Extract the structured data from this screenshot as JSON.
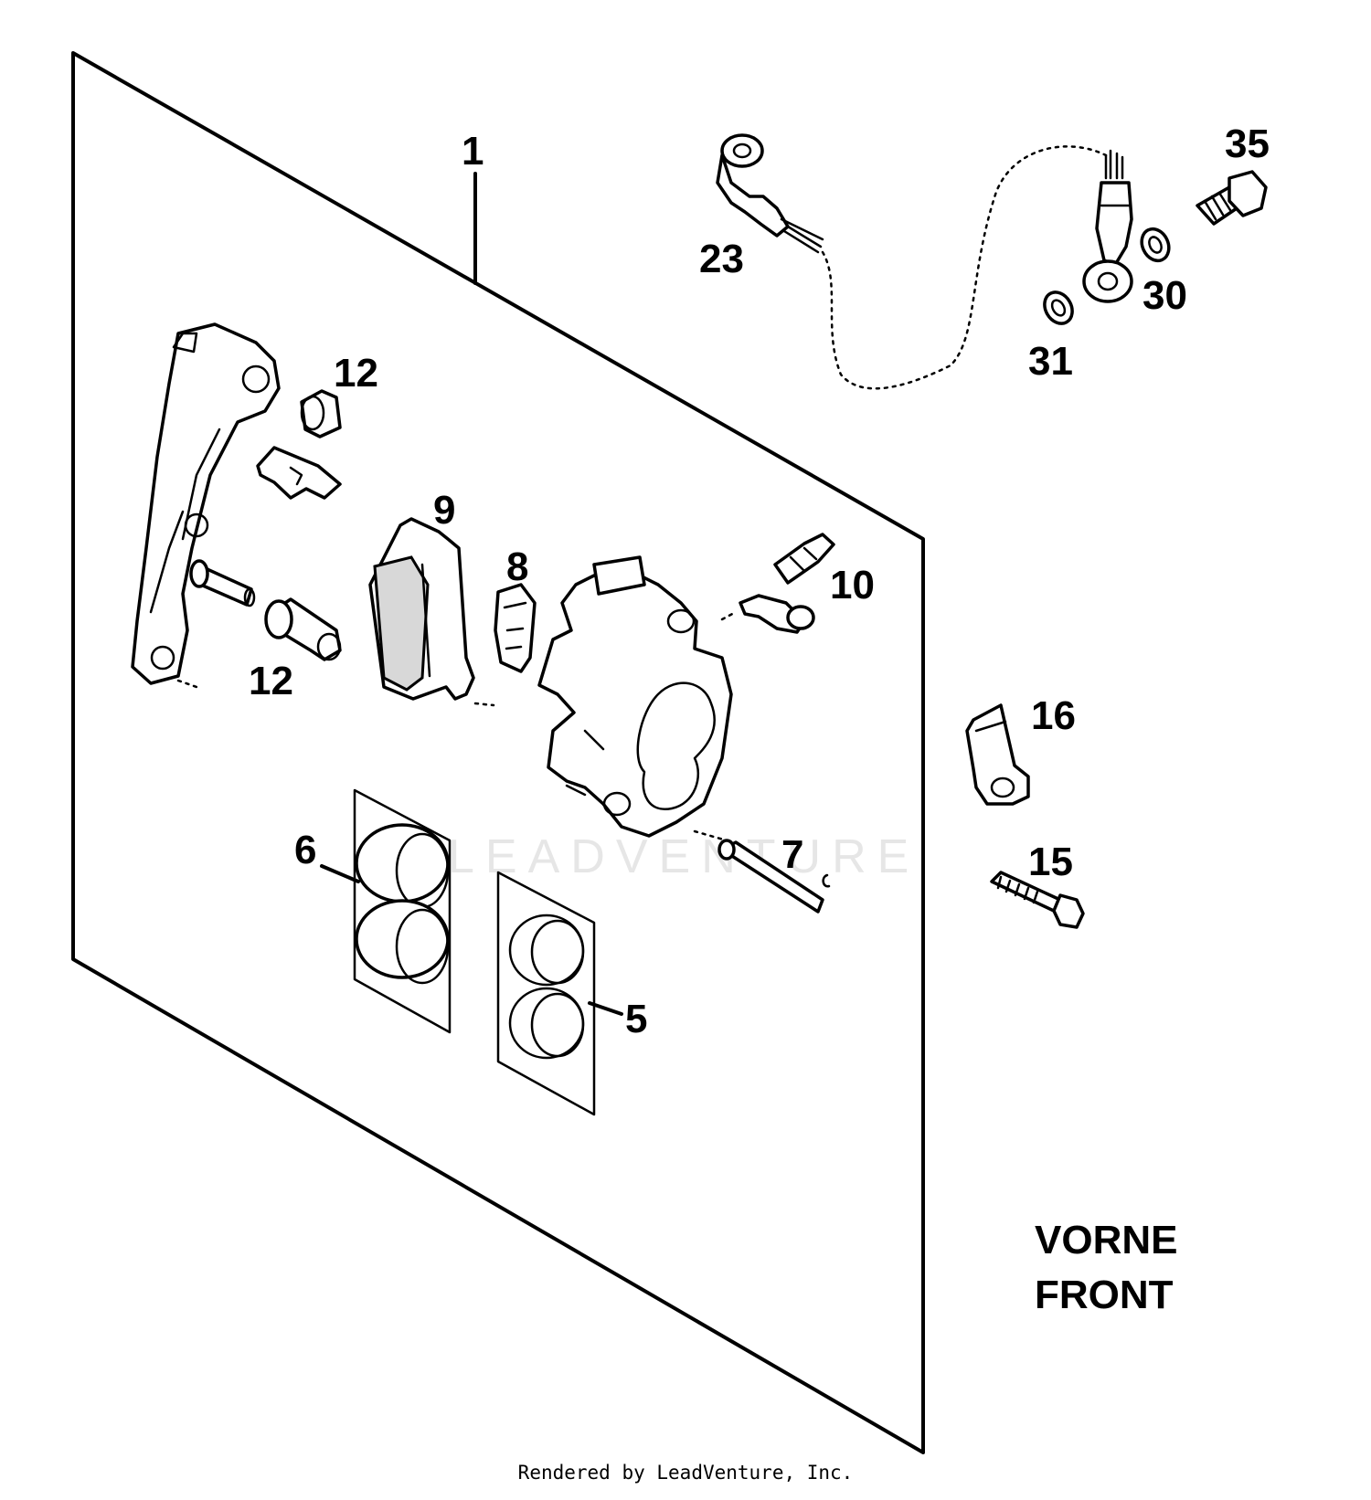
{
  "diagram": {
    "callouts": {
      "c1": "1",
      "c5": "5",
      "c6": "6",
      "c7": "7",
      "c8": "8",
      "c9": "9",
      "c10": "10",
      "c12a": "12",
      "c12b": "12",
      "c15": "15",
      "c16": "16",
      "c23": "23",
      "c30": "30",
      "c31": "31",
      "c35": "35"
    },
    "region_label": {
      "line1": "VORNE",
      "line2": "FRONT"
    },
    "watermark": "LEADVENTURE"
  },
  "footer": {
    "credit": "Rendered by LeadVenture, Inc."
  }
}
